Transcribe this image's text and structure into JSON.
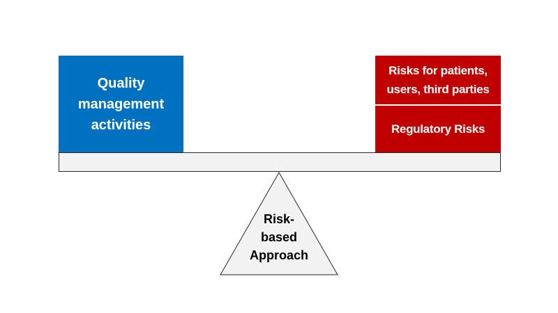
{
  "diagram": {
    "left_side": {
      "label_lines": [
        "Quality",
        "management",
        "activities"
      ],
      "color": "#0070c0"
    },
    "right_side": {
      "top_box": {
        "label_lines": [
          "Risks for patients,",
          "users, third parties"
        ],
        "color": "#c00000"
      },
      "bottom_box": {
        "label": "Regulatory Risks",
        "color": "#c00000"
      }
    },
    "beam": {
      "color": "#f2f2f2"
    },
    "fulcrum": {
      "label_lines": [
        "Risk-",
        "based",
        "Approach"
      ],
      "color": "#f2f2f2"
    }
  }
}
